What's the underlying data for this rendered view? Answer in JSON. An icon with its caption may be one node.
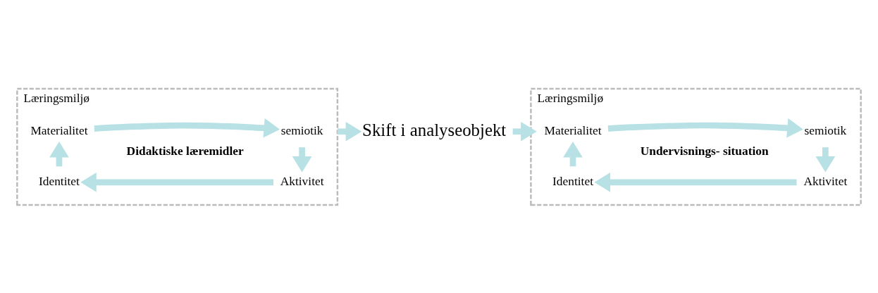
{
  "diagram": {
    "nodes": [
      {
        "text": [
          "Læringsmiljø"
        ]
      },
      {
        "text": [
          "Materialitet"
        ],
        "in": 0
      },
      {
        "text": [
          "semiotik"
        ],
        "in": 0
      },
      {
        "text": [
          "Aktivitet"
        ],
        "in": 0
      },
      {
        "text": [
          "Identitet"
        ],
        "in": 0
      },
      {
        "text": [
          "Didaktiske læremidler"
        ],
        "in": 0
      },
      {
        "text": [
          "Skift i analyseobjekt"
        ]
      },
      {
        "text": [
          "Læringsmiljø"
        ]
      },
      {
        "text": [
          "Materialitet"
        ],
        "in": 7
      },
      {
        "text": [
          "semiotik"
        ],
        "in": 7
      },
      {
        "text": [
          "Aktivitet"
        ],
        "in": 7
      },
      {
        "text": [
          "Identitet"
        ],
        "in": 7
      },
      {
        "text": [
          "Undervisnings- situation"
        ],
        "in": 7
      }
    ],
    "edges": [
      {
        "from": 1,
        "to": 2,
        "arrow": "to"
      },
      {
        "from": 2,
        "to": 3,
        "arrow": "to"
      },
      {
        "from": 3,
        "to": 4,
        "arrow": "to"
      },
      {
        "from": 4,
        "to": 1,
        "arrow": "to"
      },
      {
        "from": 0,
        "to": 6,
        "arrow": "to"
      },
      {
        "from": 6,
        "to": 7,
        "arrow": "to"
      },
      {
        "from": 8,
        "to": 9,
        "arrow": "to"
      },
      {
        "from": 9,
        "to": 10,
        "arrow": "to"
      },
      {
        "from": 10,
        "to": 11,
        "arrow": "to"
      },
      {
        "from": 11,
        "to": 8,
        "arrow": "to"
      }
    ]
  }
}
